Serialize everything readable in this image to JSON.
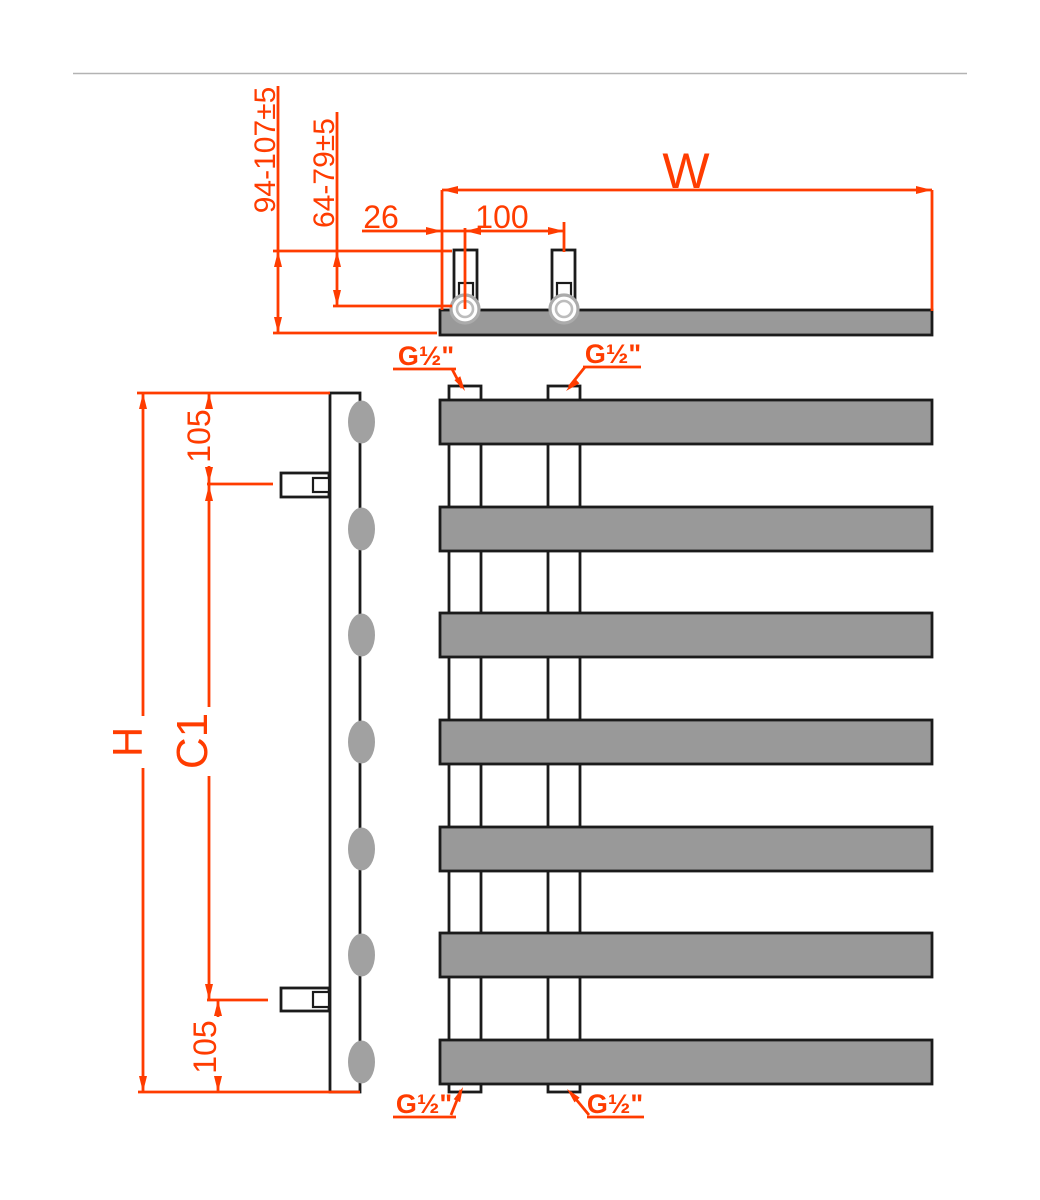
{
  "drawing_type": "radiator technical drawing",
  "top_view": {
    "width_label": "W",
    "edge_offset_label": "26",
    "pipe_spacing_label": "100",
    "depth_to_valve_top_label": "94-107±5",
    "depth_to_pipe_axis_label": "64-79±5"
  },
  "side_view": {
    "height_label": "H",
    "bracket_centers_label": "C1",
    "top_bracket_offset_label": "105",
    "bottom_bracket_offset_label": "105"
  },
  "front_view": {
    "conn_top_left": "G½\"",
    "conn_top_right": "G½\"",
    "conn_bottom_left": "G½\"",
    "conn_bottom_right": "G½\""
  },
  "colors": {
    "dimension": "#ff3c00",
    "outline": "#1b1b1b",
    "panel_gray": "#999999",
    "rail_gray": "#a1a1a1",
    "separator": "#b3b3b3",
    "background": "#ffffff"
  }
}
